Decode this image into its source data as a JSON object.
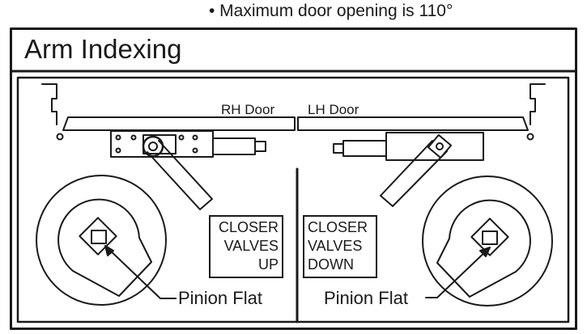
{
  "note": "• Maximum door opening is 110°",
  "title": "Arm Indexing",
  "door_labels": {
    "rh": "RH Door",
    "lh": "LH Door"
  },
  "boxes": {
    "left": [
      "CLOSER",
      "VALVES",
      "UP"
    ],
    "right": [
      "CLOSER",
      "VALVES",
      "DOWN"
    ]
  },
  "pinion_label": "Pinion Flat",
  "colors": {
    "line": "#1a1a1a",
    "background": "#ffffff"
  }
}
